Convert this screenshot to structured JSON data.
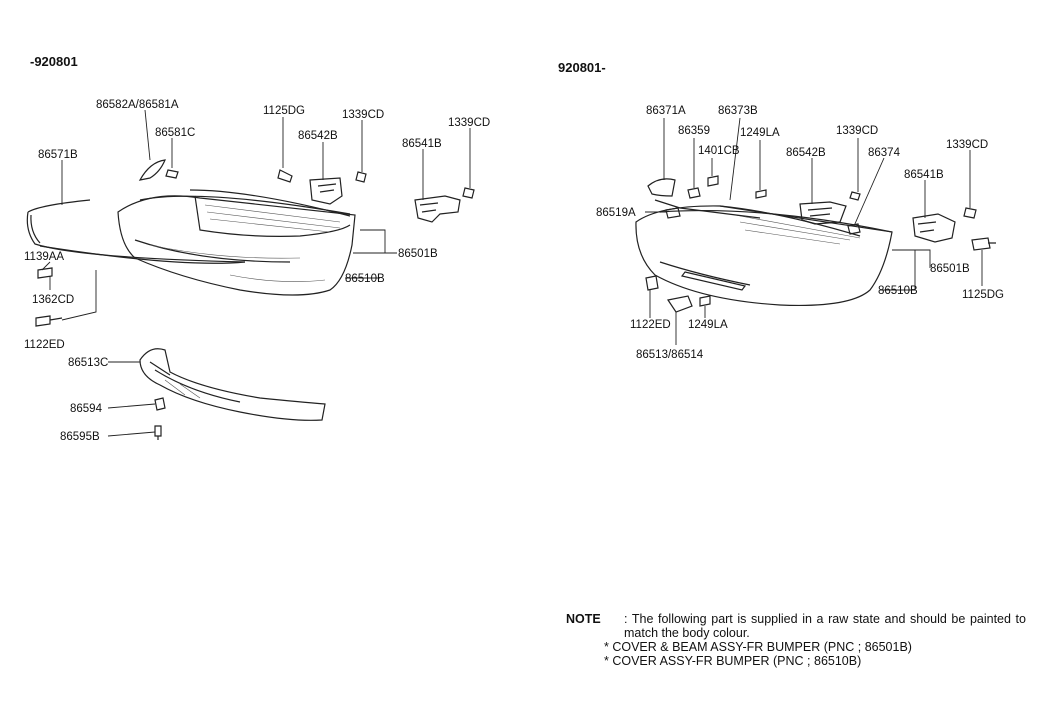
{
  "left_panel": {
    "header": "-920801",
    "labels": {
      "l86582a_86581a": "86582A/86581A",
      "l86581c": "86581C",
      "l1125dg": "1125DG",
      "l1339cd_a": "1339CD",
      "l86542b": "86542B",
      "l86541b": "86541B",
      "l1339cd_b": "1339CD",
      "l86571b": "86571B",
      "l1139aa": "1139AA",
      "l86501b": "86501B",
      "l86510b": "86510B",
      "l1362cd": "1362CD",
      "l1122ed": "1122ED",
      "l86513c": "86513C",
      "l86594": "86594",
      "l86595b": "86595B"
    }
  },
  "right_panel": {
    "header": "920801-",
    "labels": {
      "l86371a": "86371A",
      "l86373b": "86373B",
      "l86359": "86359",
      "l1249la_a": "1249LA",
      "l1401cb": "1401CB",
      "l1339cd_a": "1339CD",
      "l86542b": "86542B",
      "l86374": "86374",
      "l1339cd_b": "1339CD",
      "l86519a": "86519A",
      "l86541b": "86541B",
      "l86501b": "86501B",
      "l1125dg": "1125DG",
      "l86510b": "86510B",
      "l1122ed": "1122ED",
      "l1249la_b": "1249LA",
      "l86513_86514": "86513/86514"
    }
  },
  "note": {
    "key": "NOTE",
    "text": ": The following part is supplied in a raw state and should be painted to match the body colour.",
    "items": [
      "* COVER & BEAM ASSY-FR BUMPER (PNC ; 86501B)",
      "* COVER ASSY-FR BUMPER (PNC ; 86510B)"
    ]
  }
}
